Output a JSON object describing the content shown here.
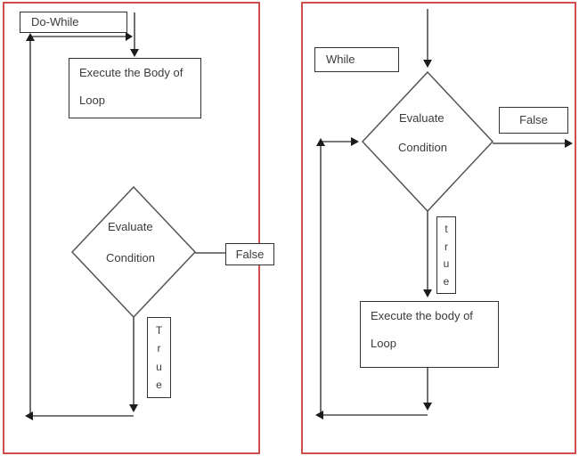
{
  "left_panel": {
    "label_box": "Do-While",
    "execute_box": {
      "line1": "Execute the Body of",
      "line2": "Loop"
    },
    "condition_diamond": {
      "line1": "Evaluate",
      "line2": "Condition"
    },
    "false_label": "False",
    "true_letters": [
      "T",
      "r",
      "u",
      "e"
    ]
  },
  "right_panel": {
    "label_box": "While",
    "execute_box": {
      "line1": "Execute the body of",
      "line2": "Loop"
    },
    "condition_diamond": {
      "line1": "Evaluate",
      "line2": "Condition"
    },
    "false_label": "False",
    "true_letters": [
      "t",
      "r",
      "u",
      "e"
    ]
  },
  "colors": {
    "panel_border": "#d05050",
    "connector_line": "#4d4d4d",
    "arrowhead": "#1c1c1c",
    "box_border": "#333333",
    "text": "#3b3b3b"
  }
}
